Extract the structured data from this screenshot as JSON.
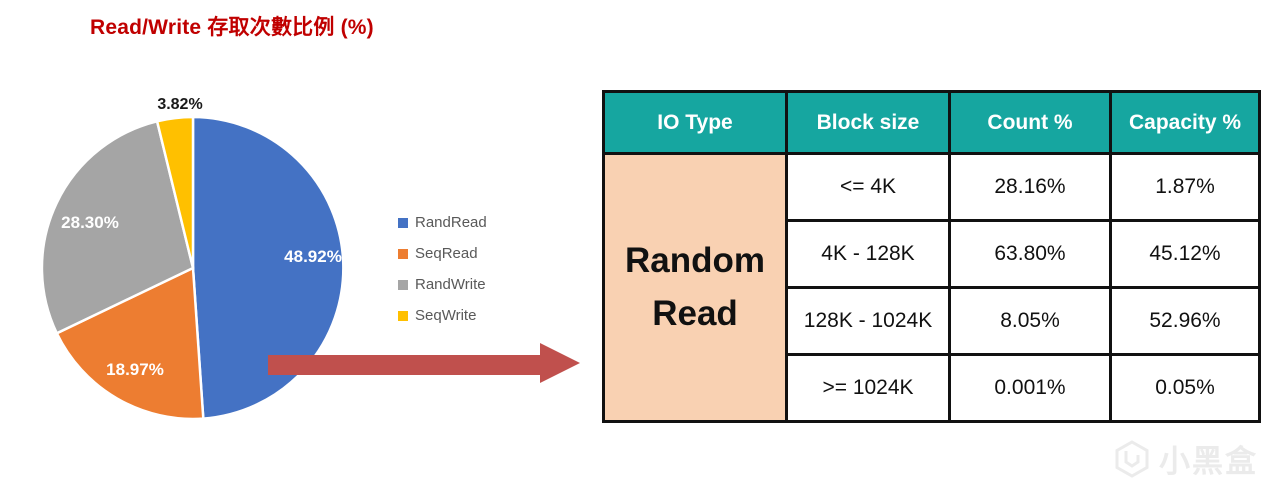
{
  "title": "Read/Write 存取次數比例 (%)",
  "chart_data": {
    "type": "pie",
    "title": "Read/Write 存取次數比例 (%)",
    "series": [
      {
        "name": "RandRead",
        "value": 48.92,
        "label": "48.92%",
        "color": "#4472C4"
      },
      {
        "name": "SeqRead",
        "value": 18.97,
        "label": "18.97%",
        "color": "#ED7D31"
      },
      {
        "name": "RandWrite",
        "value": 28.3,
        "label": "28.30%",
        "color": "#A5A5A5"
      },
      {
        "name": "SeqWrite",
        "value": 3.82,
        "label": "3.82%",
        "color": "#FFC000"
      }
    ],
    "start_angle_deg": -90,
    "direction": "clockwise",
    "legend_position": "right"
  },
  "table": {
    "headers": [
      "IO Type",
      "Block size",
      "Count %",
      "Capacity %"
    ],
    "io_type": "Random Read",
    "rows": [
      {
        "block_size": "<= 4K",
        "count": "28.16%",
        "capacity": "1.87%"
      },
      {
        "block_size": "4K - 128K",
        "count": "63.80%",
        "capacity": "45.12%"
      },
      {
        "block_size": "128K - 1024K",
        "count": "8.05%",
        "capacity": "52.96%"
      },
      {
        "block_size": ">= 1024K",
        "count": "0.001%",
        "capacity": "0.05%"
      }
    ]
  },
  "arrow_color": "#C0504D",
  "watermark": {
    "text": "小黑盒"
  }
}
